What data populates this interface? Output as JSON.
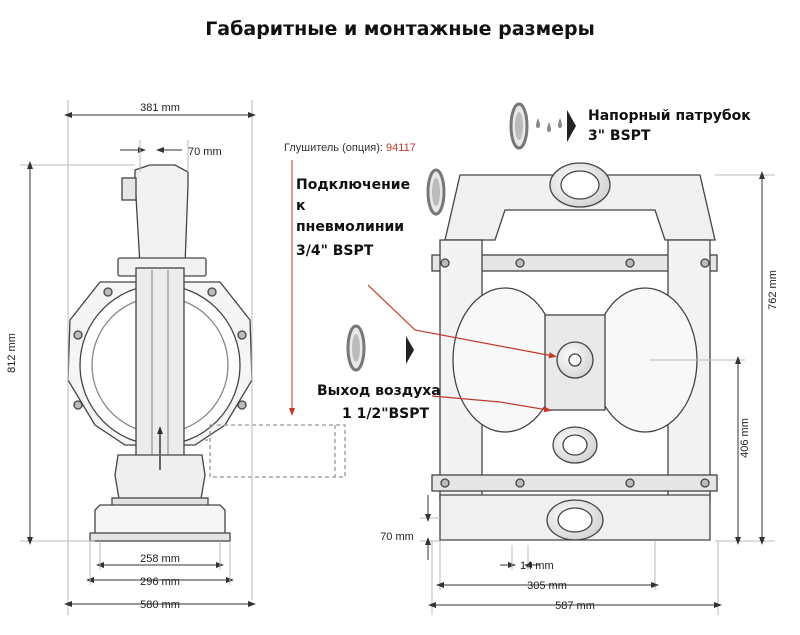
{
  "title": "Габаритные и монтажные размеры",
  "dimensions": {
    "d381": "381 mm",
    "d70_top": "70 mm",
    "d812": "812 mm",
    "d258": "258 mm",
    "d296": "296 mm",
    "d580": "580 mm",
    "d762": "762 mm",
    "d406": "406 mm",
    "d70_front": "70 mm",
    "d14": "14 mm",
    "d305": "305 mm",
    "d587": "587 mm"
  },
  "muffler": {
    "label": "Глушитель (опция):",
    "code": "94117"
  },
  "callouts": {
    "discharge_line1": "Напорный патрубок",
    "discharge_line2": "3\" BSPT",
    "air_line1": "Подключение",
    "air_line2": "к",
    "air_line3": "пневмолинии",
    "air_line4": "3/4\" BSPT",
    "exhaust_line1": "Выход воздуха",
    "exhaust_line2": "1 1/2\"BSPT"
  },
  "colors": {
    "leader": "#c0392b",
    "line": "#555555",
    "body_fill": "#f2f2f2"
  }
}
